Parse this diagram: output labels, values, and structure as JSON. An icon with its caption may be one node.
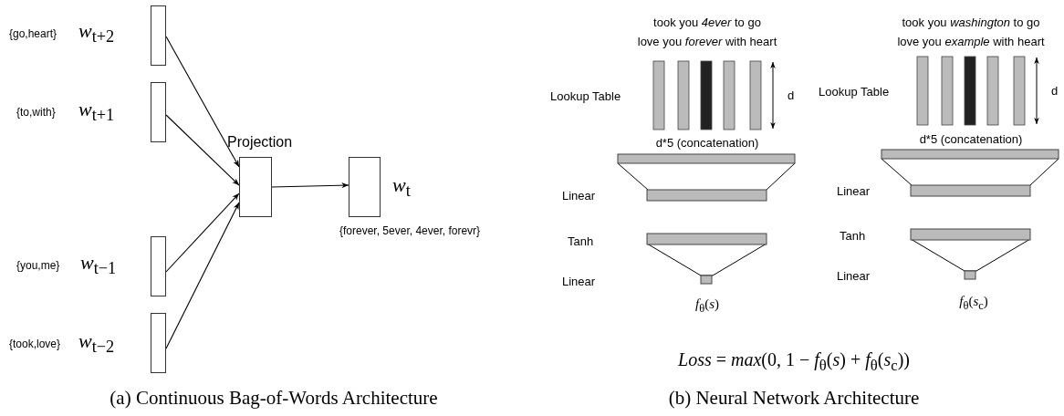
{
  "diagram": {
    "nodes": [
      {
        "text": [],
        "shape": "box",
        "beside": [
          "{go,heart}",
          "*w*$_{t+2}$"
        ]
      },
      {
        "text": [],
        "shape": "box",
        "beside": [
          "{to,with}",
          "*w*$_{t+1}$"
        ]
      },
      {
        "text": [],
        "shape": "box",
        "beside": [
          "{you,me}",
          "*w*$_{t−1}$"
        ]
      },
      {
        "text": [],
        "shape": "box",
        "beside": [
          "{took,love}",
          "*w*$_{t−2}$"
        ]
      },
      {
        "text": [
          "Projection"
        ]
      },
      {
        "text": [],
        "shape": "box",
        "beside": [
          "*w*$_{t}$",
          "{forever, 5ever, 4ever, forevr}"
        ]
      }
    ],
    "edges": [
      {
        "from": 0,
        "to": 4,
        "arrow": "to"
      },
      {
        "from": 1,
        "to": 4,
        "arrow": "to"
      },
      {
        "from": 2,
        "to": 4,
        "arrow": "to"
      },
      {
        "from": 3,
        "to": 4,
        "arrow": "to"
      },
      {
        "from": 4,
        "to": 5,
        "arrow": "to"
      }
    ],
    "labels": [
      "took you *4ever* to go",
      "love you *forever* with heart",
      "took you *washington* to go",
      "love you *example* with heart",
      "Lookup Table",
      "d",
      "Lookup Table",
      "d",
      "d*5 (concatenation)",
      "d*5 (concatenation)",
      "Linear",
      "Linear",
      "Tanh",
      "Tanh",
      "Linear",
      "Linear",
      "*f*$_{θ}$(*s*)",
      "*f*$_{θ}$(*s*$_{c}$)",
      "*Loss* = *max*(0, 1 − *f*$_{θ}$(*s*) + *f*$_{θ}$(*s*$_{c}$))",
      "(a) Continuous Bag-of-Words Architecture",
      "(b) Neural Network Architecture"
    ]
  }
}
